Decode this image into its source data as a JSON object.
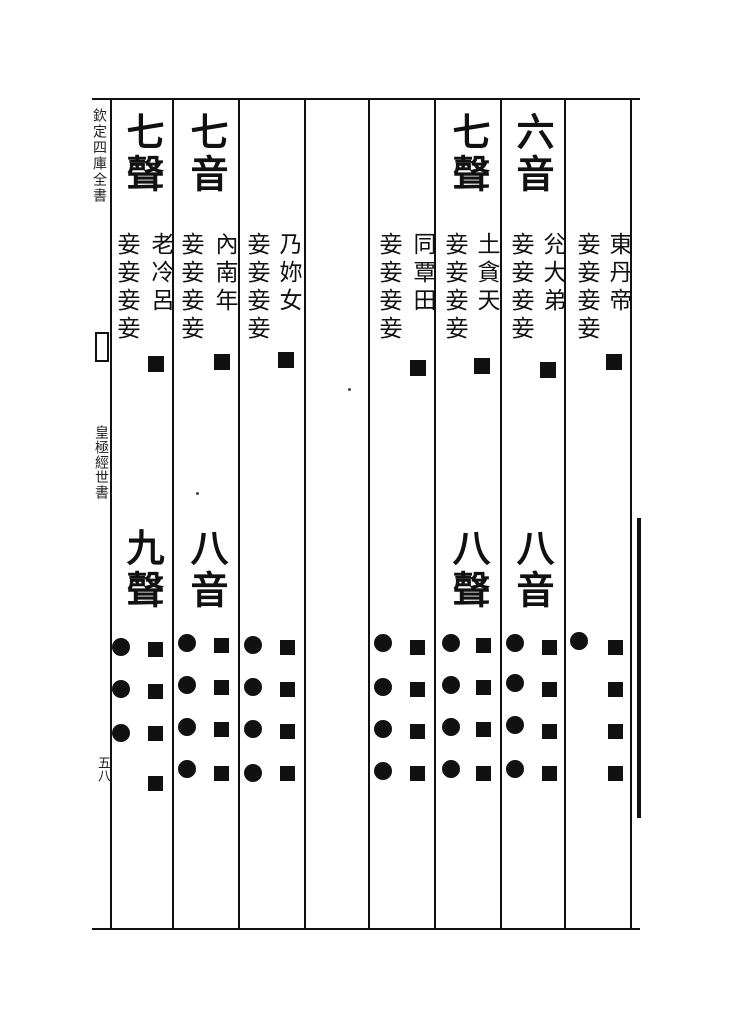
{
  "margin": {
    "title": "欽定四庫全書",
    "book": "皇極經世書",
    "page": "五八"
  },
  "columns": {
    "c1": {
      "lines": [
        "東",
        "丹",
        "帝"
      ],
      "chars": [
        "妾",
        "妾",
        "妾",
        "妾"
      ]
    },
    "c2": {
      "head_top": "六音",
      "lines": [
        "兊",
        "大",
        "弟"
      ],
      "chars": [
        "妾",
        "妾",
        "妾",
        "妾"
      ],
      "head_bottom": "八音"
    },
    "c3": {
      "head_top": "七聲",
      "lines": [
        "土",
        "貪",
        "天"
      ],
      "chars": [
        "妾",
        "妾",
        "妾",
        "妾"
      ],
      "head_bottom": "八聲"
    },
    "c4": {
      "lines": [
        "同",
        "覃",
        "田"
      ],
      "chars": [
        "妾",
        "妾",
        "妾",
        "妾"
      ]
    },
    "c5": {
      "lines": [
        "乃",
        "妳",
        "女"
      ],
      "chars": [
        "妾",
        "妾",
        "妾",
        "妾"
      ]
    },
    "c6": {
      "head_top": "七音",
      "lines": [
        "內",
        "南",
        "年"
      ],
      "chars": [
        "妾",
        "妾",
        "妾",
        "妾"
      ],
      "head_bottom": "八音"
    },
    "c7": {
      "head_top": "七聲",
      "lines": [
        "老",
        "冷",
        "呂"
      ],
      "chars": [
        "妾",
        "妾",
        "妾",
        "妾"
      ],
      "head_bottom": "九聲"
    }
  }
}
